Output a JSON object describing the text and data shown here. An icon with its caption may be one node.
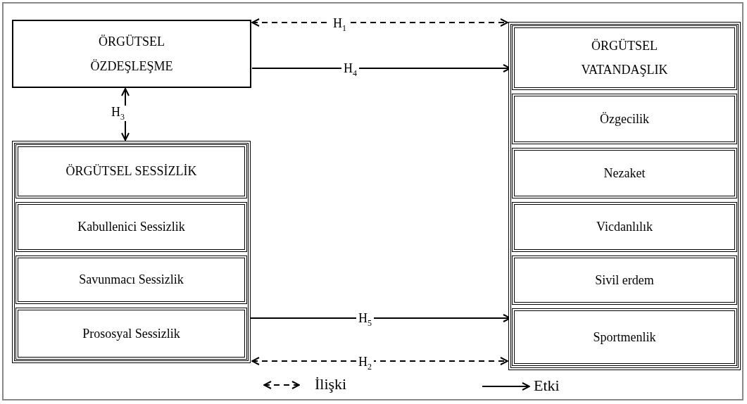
{
  "diagram": {
    "nodes": [
      {
        "text": [
          "ÖRGÜTSEL ÖZDEŞLEŞME"
        ]
      },
      {
        "text": [],
        "shape": "box"
      },
      {
        "text": [
          "ÖRGÜTSEL VATANDAŞLIK"
        ],
        "in": 1
      },
      {
        "text": [
          "Özgecilik"
        ],
        "in": 1
      },
      {
        "text": [
          "Nezaket"
        ],
        "in": 1
      },
      {
        "text": [
          "Vicdanlılık"
        ],
        "in": 1
      },
      {
        "text": [
          "Sivil erdem"
        ],
        "in": 1
      },
      {
        "text": [
          "Sportmenlik"
        ],
        "in": 1
      },
      {
        "text": [],
        "shape": "box"
      },
      {
        "text": [
          "ÖRGÜTSEL SESSİZLİK"
        ],
        "in": 8
      },
      {
        "text": [
          "Kabullenici Sessizlik"
        ],
        "in": 8
      },
      {
        "text": [
          "Savunmacı Sessizlik"
        ],
        "in": 8
      },
      {
        "text": [
          "Prososyal Sessizlik"
        ],
        "in": 8
      }
    ],
    "edges": [
      {
        "from": 0,
        "to": 1,
        "arrow": "both",
        "style": "dashed",
        "label": "H$_{1}$"
      },
      {
        "from": 0,
        "to": 2,
        "arrow": "to",
        "label": "H$_{4}$"
      },
      {
        "from": 0,
        "to": 8,
        "arrow": "both",
        "label": "H$_{3}$"
      },
      {
        "from": 12,
        "to": 7,
        "arrow": "to",
        "label": "H$_{5}$"
      },
      {
        "from": 8,
        "to": 1,
        "arrow": "both",
        "style": "dashed",
        "label": "H$_{2}$"
      }
    ],
    "legend": [
      {
        "text": "İlişki"
      },
      {
        "text": "Etki"
      }
    ]
  }
}
